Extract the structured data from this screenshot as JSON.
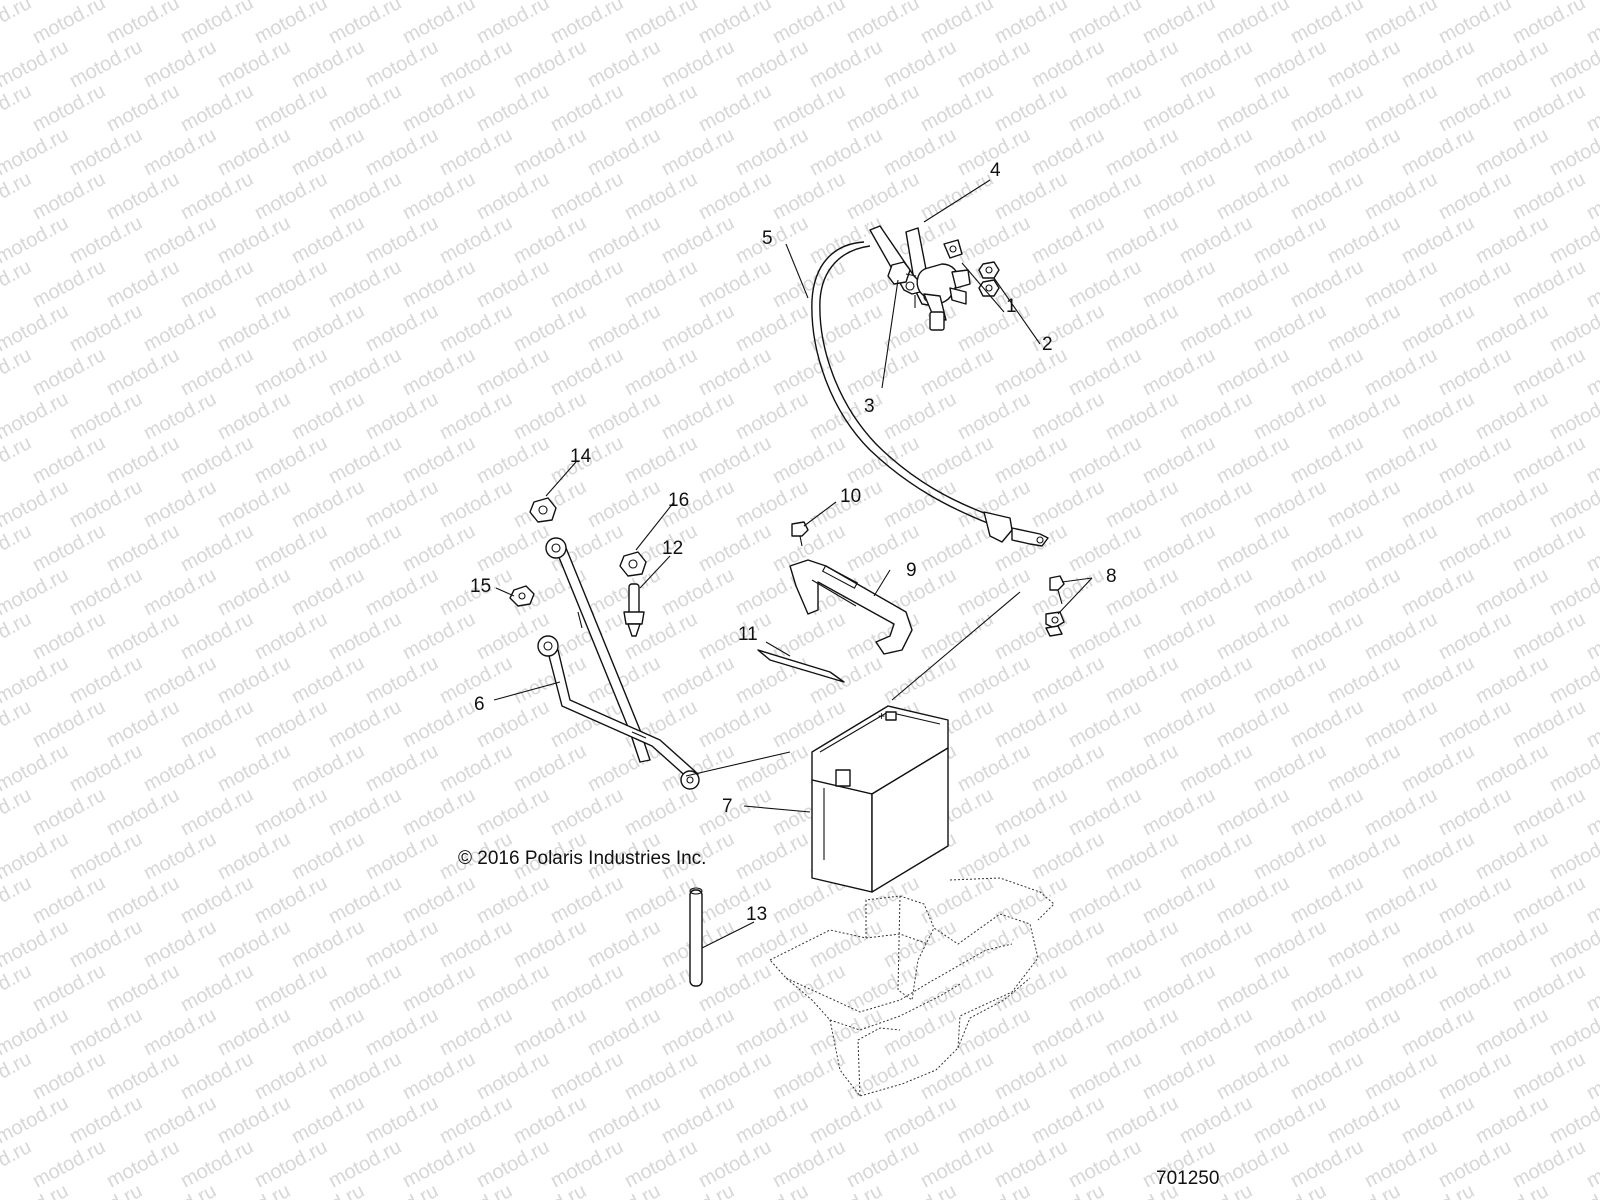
{
  "watermark": {
    "text": "motod.ru"
  },
  "copyright": "© 2016 Polaris Industries Inc.",
  "diagram_number": "701250",
  "callouts": [
    "1",
    "2",
    "3",
    "4",
    "5",
    "6",
    "7",
    "8",
    "9",
    "10",
    "11",
    "12",
    "13",
    "14",
    "15",
    "16"
  ]
}
